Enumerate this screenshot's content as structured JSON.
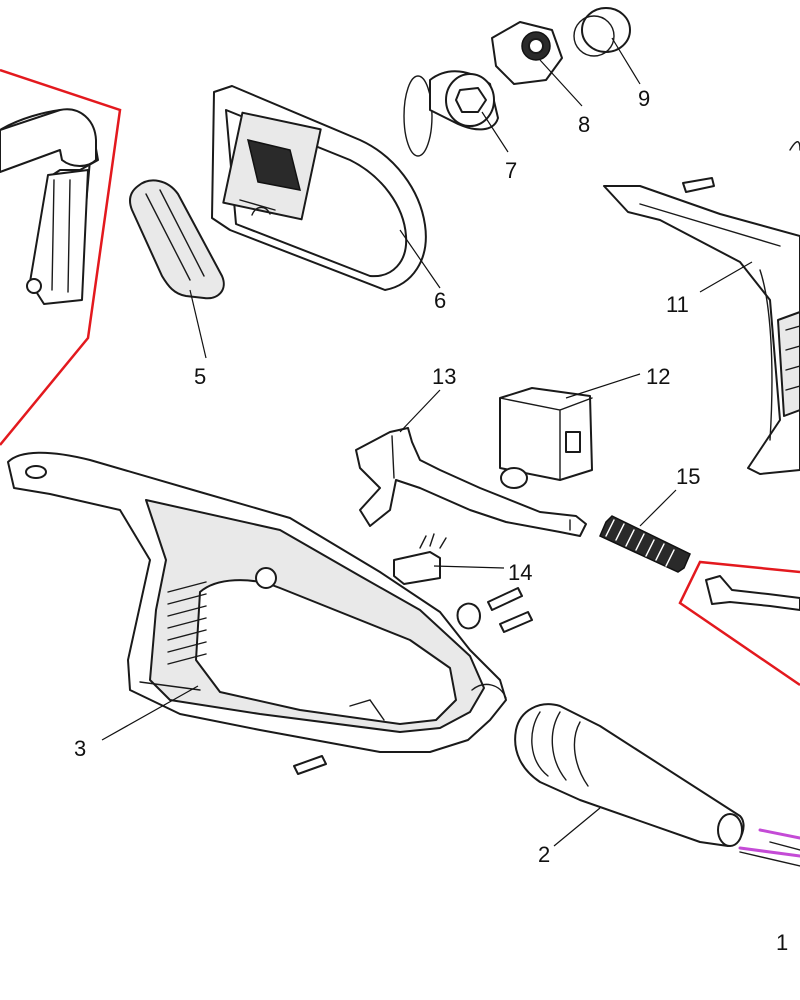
{
  "labels": {
    "p1": "1",
    "p2": "2",
    "p3": "3",
    "p5": "5",
    "p6": "6",
    "p7": "7",
    "p8": "8",
    "p9": "9",
    "p11": "11",
    "p12": "12",
    "p13": "13",
    "p14": "14",
    "p15": "15"
  },
  "colors": {
    "outline_highlight": "#e3191e",
    "wire_accent": "#c44bd6",
    "line": "#1a1a1a",
    "background": "#ffffff"
  }
}
